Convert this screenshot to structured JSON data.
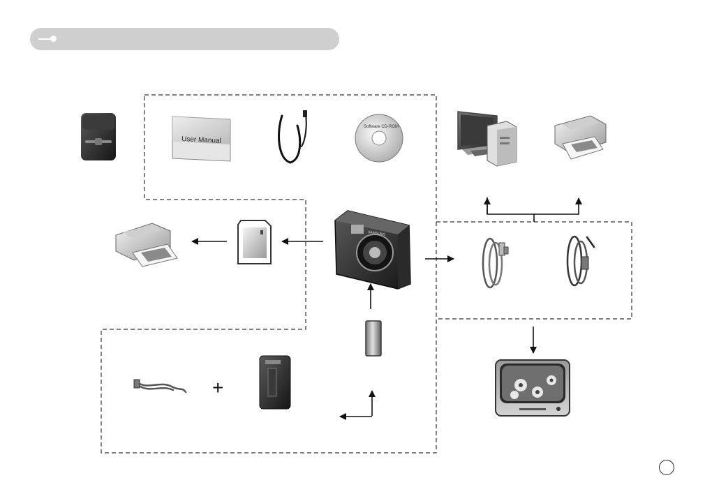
{
  "header": {
    "title": ""
  },
  "manual_label": "User Manual",
  "cd_label": "Software CD-ROM",
  "camera_brand": "SAMSUNG",
  "plus_sign": "+",
  "page_number": ""
}
